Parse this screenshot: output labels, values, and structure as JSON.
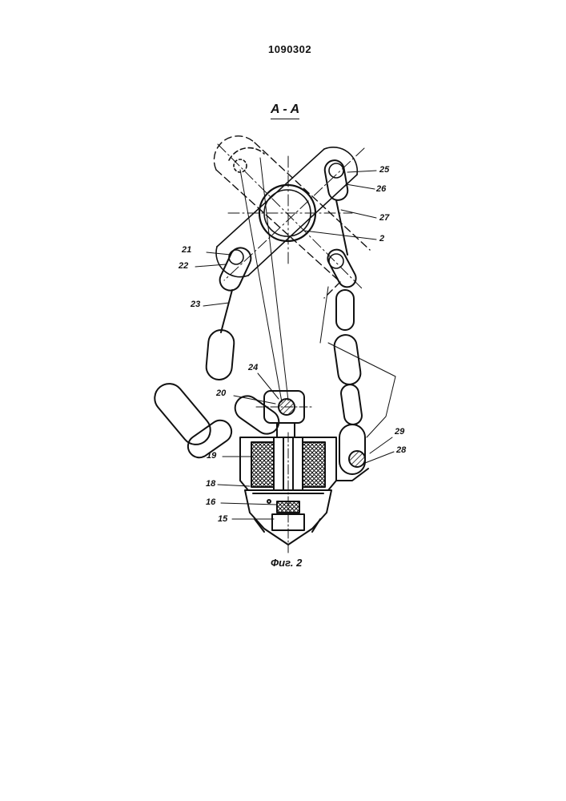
{
  "document_number": "1090302",
  "section_label": "A - A",
  "figure_caption": "Фиг. 2",
  "labels": {
    "l2": "2",
    "l15": "15",
    "l16": "16",
    "l18": "18",
    "l19": "19",
    "l20": "20",
    "l21": "21",
    "l22": "22",
    "l23": "23",
    "l24": "24",
    "l25": "25",
    "l26": "26",
    "l27": "27",
    "l28": "28",
    "l29": "29"
  }
}
